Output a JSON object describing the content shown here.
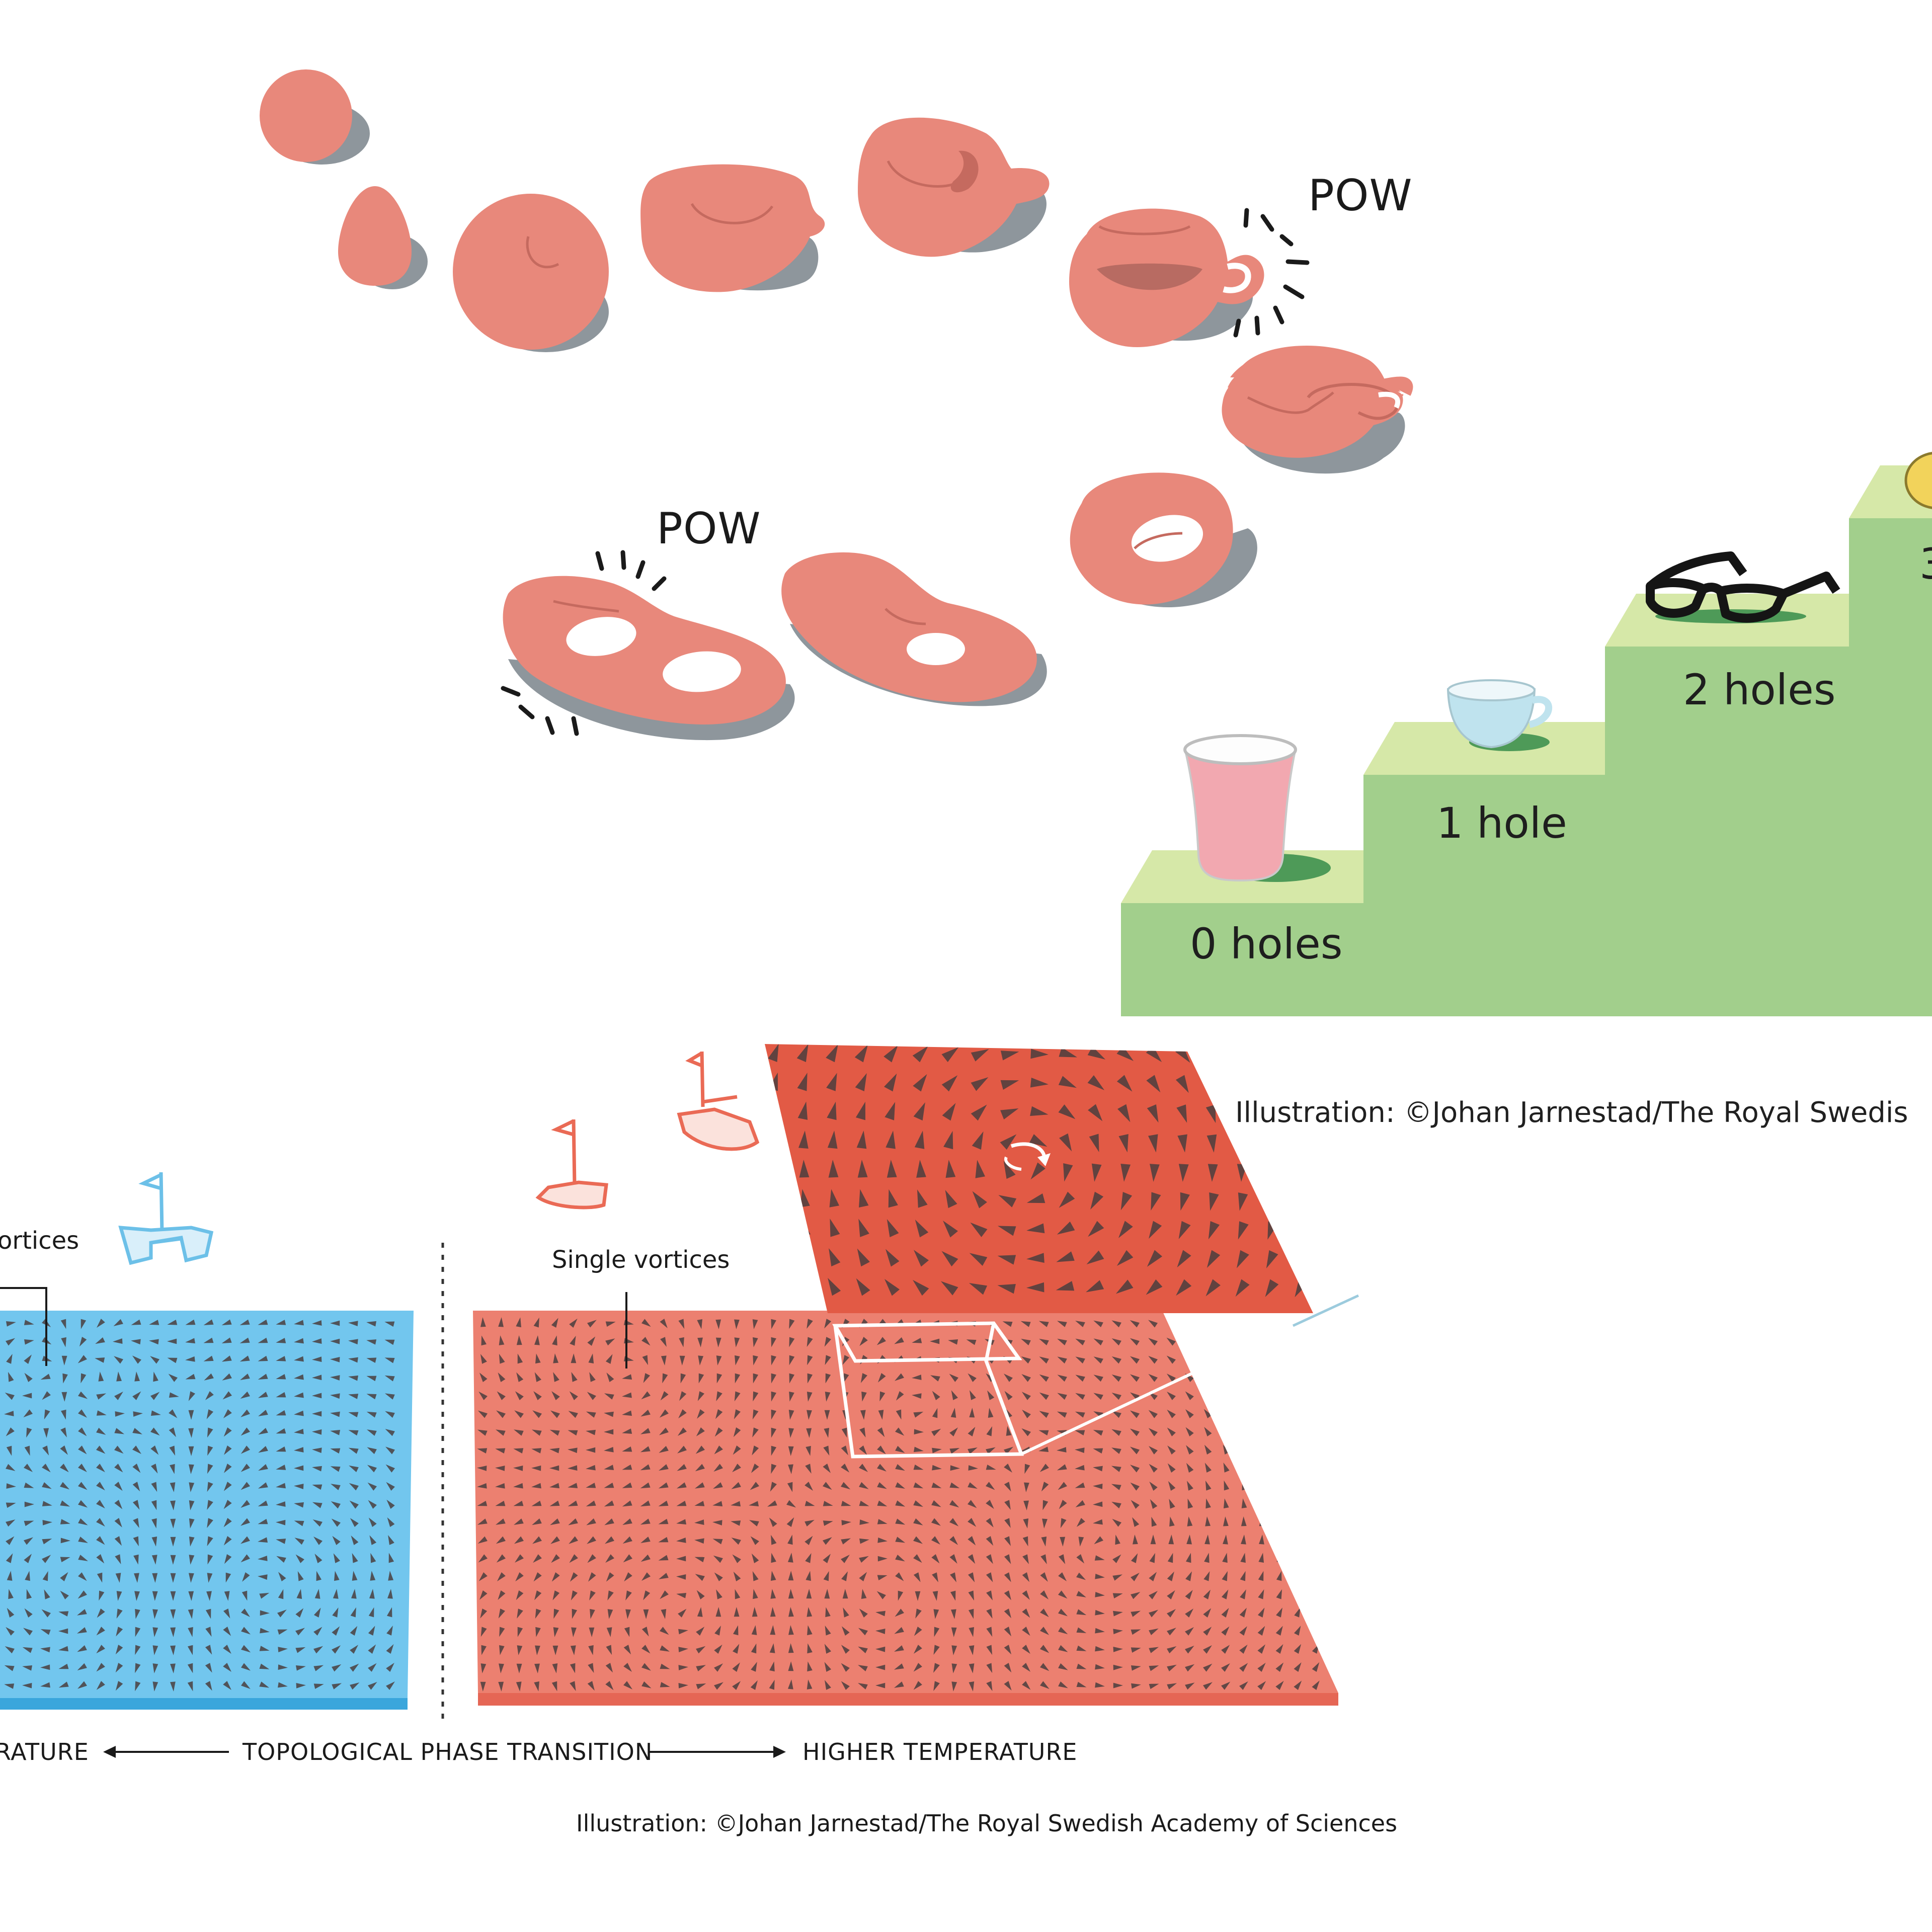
{
  "colors": {
    "blob": "#e8887b",
    "blob_shadow": "#8e969c",
    "blob_line": "#c56a5f",
    "stair_top": "#d6e8a8",
    "stair_front": "#a2cf8c",
    "blue_plane": "#72c6ee",
    "blue_edge": "#3aa6dc",
    "red_plane": "#ec8070",
    "red_zoom": "#e25a45",
    "red_edge": "#e56655",
    "arrow_mark": "#4a3e3e",
    "boat_blue": "#6cc0e8",
    "boat_red": "#ea6a55"
  },
  "pow_top": "POW",
  "pow_bottom": "POW",
  "stairs": {
    "step0": "0 holes",
    "step1": "1 hole",
    "step2": "2 holes",
    "step3_partial": "3"
  },
  "credit_top": "Illustration: ©Johan Jarnestad/The Royal Swedis",
  "labels": {
    "paired_vortices_partial": "ortices",
    "single_vortices": "Single vortices"
  },
  "axis": {
    "lower_partial": "RATURE",
    "transition": "TOPOLOGICAL PHASE TRANSITION",
    "higher": "HIGHER TEMPERATURE"
  },
  "credit_bottom": "Illustration: ©Johan Jarnestad/The Royal Swedish Academy of Sciences"
}
